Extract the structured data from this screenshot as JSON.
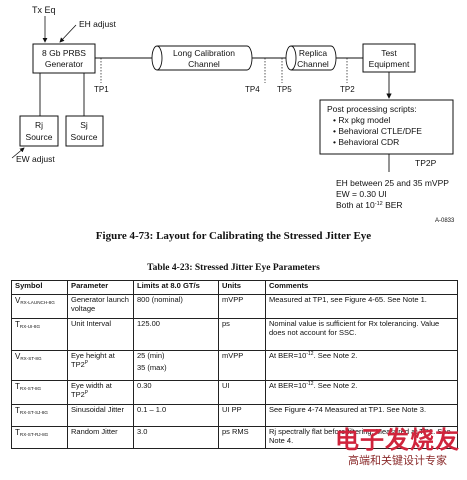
{
  "diagram": {
    "tx_eq": "Tx Eq",
    "eh_adjust": "EH adjust",
    "generator": [
      "8 Gb PRBS",
      "Generator"
    ],
    "long_channel": [
      "Long Calibration",
      "Channel"
    ],
    "replica_channel": [
      "Replica",
      "Channel"
    ],
    "test_equipment": [
      "Test",
      "Equipment"
    ],
    "tp1": "TP1",
    "tp4": "TP4",
    "tp5": "TP5",
    "tp2": "TP2",
    "rj_source": [
      "Rj",
      "Source"
    ],
    "sj_source": [
      "Sj",
      "Source"
    ],
    "ew_adjust": "EW adjust",
    "post_processing": {
      "title": "Post processing scripts:",
      "items": [
        "• Rx pkg model",
        "• Behavioral CTLE/DFE",
        "• Behavioral CDR"
      ]
    },
    "tp2p": "TP2P",
    "notes": [
      "EH between 25 and 35 mVPP",
      "EW = 0.30 UI",
      "Both at 10",
      "-12",
      " BER"
    ],
    "fig_number": "A-0833"
  },
  "figure_caption": "Figure 4-73:  Layout for Calibrating the Stressed Jitter Eye",
  "table_caption": "Table 4-23:  Stressed Jitter Eye Parameters",
  "table": {
    "headers": [
      "Symbol",
      "Parameter",
      "Limits at 8.0 GT/s",
      "Units",
      "Comments"
    ],
    "rows": [
      {
        "sym": "V",
        "sub": "RX-LAUNCH-8G",
        "param": "Generator launch voltage",
        "limits": [
          "800 (nominal)"
        ],
        "units": "mVPP",
        "comments": "Measured at TP1, see Figure 4-65. See Note 1."
      },
      {
        "sym": "T",
        "sub": "RX-UI-8G",
        "param": "Unit Interval",
        "limits": [
          "125.00"
        ],
        "units": "ps",
        "comments": "Nominal value is sufficient for Rx tolerancing. Value does not account for SSC."
      },
      {
        "sym": "V",
        "sub": "RX-ST-8G",
        "param_a": "Eye height at TP2",
        "param_sup": "P",
        "limits": [
          "25 (min)",
          "35 (max)"
        ],
        "units": "mVPP",
        "c_a": "At BER=10",
        "c_sup": "-12",
        "c_b": ".  See Note 2."
      },
      {
        "sym": "T",
        "sub": "RX-ST-8G",
        "param_a": "Eye width at TP2",
        "param_sup": "P",
        "limits": [
          "0.30"
        ],
        "units": "UI",
        "c_a": "At BER=10",
        "c_sup": "-12",
        "c_b": ".  See Note 2."
      },
      {
        "sym": "T",
        "sub": "RX-ST-SJ-8G",
        "param": "Sinusoidal Jitter",
        "limits": [
          "0.1 – 1.0"
        ],
        "units": "UI PP",
        "comments": "See Figure 4-74 Measured at TP1. See Note 3."
      },
      {
        "sym": "T",
        "sub": "RX-ST-RJ-8G",
        "param": "Random Jitter",
        "limits": [
          "3.0"
        ],
        "units": "ps RMS",
        "comments": "Rj spectrally flat before filtering. Measured at TP1.  See Note 4."
      }
    ]
  },
  "watermark": {
    "title": "电子发烧友",
    "subtitle": "高端和关键设计专家"
  }
}
